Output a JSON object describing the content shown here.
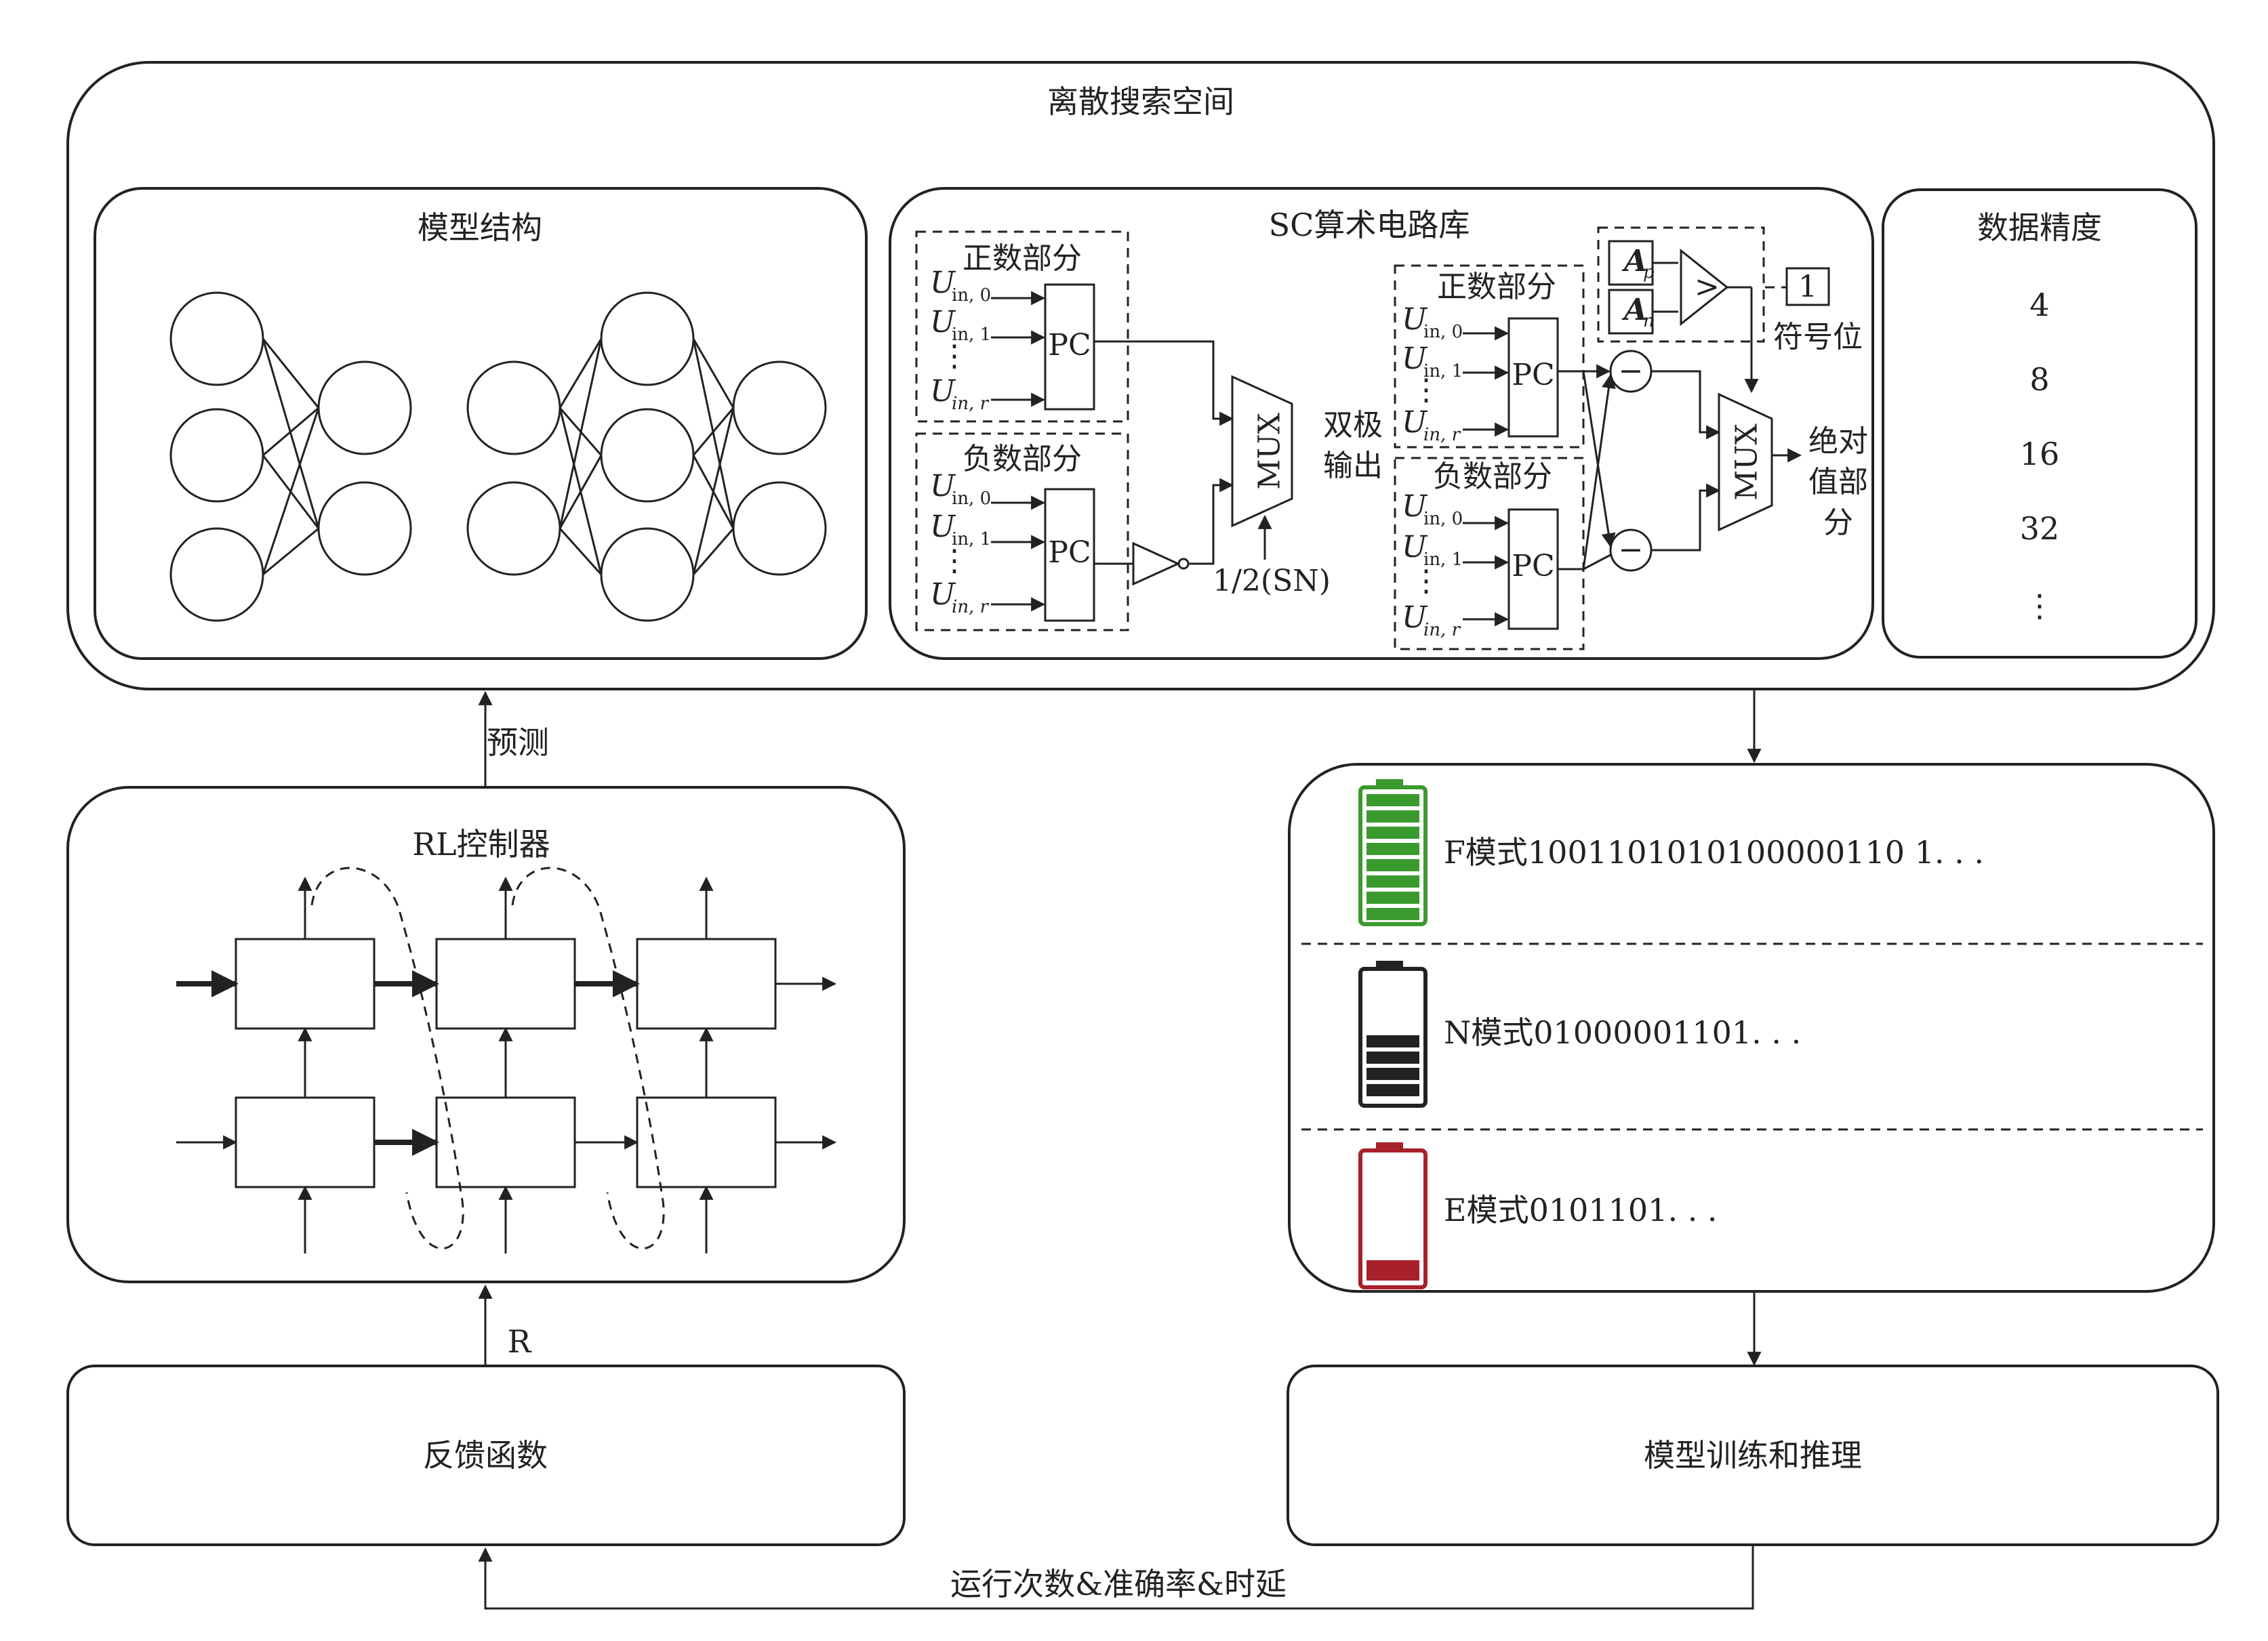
{
  "search_space": {
    "title": "离散搜索空间"
  },
  "model_structure": {
    "title": "模型结构"
  },
  "sc_library": {
    "title": "SC算术电路库",
    "positive_part": "正数部分",
    "negative_part": "负数部分",
    "u_label": "U",
    "sub_in0": "in, 0",
    "sub_in1": "in, 1",
    "sub_inr": "in, r",
    "pc": "PC",
    "mux": "MUX",
    "bipolar_1": "双极",
    "bipolar_2": "输出",
    "half_sn": "1/2(SN)",
    "ap": "A",
    "ap_sub": "p",
    "an": "A",
    "an_sub": "n",
    "gt": ">",
    "one": "1",
    "sign_bit": "符号位",
    "minus": "−",
    "abs_1": "绝对",
    "abs_2": "值部",
    "abs_3": "分"
  },
  "data_precision": {
    "title": "数据精度",
    "values": [
      "4",
      "8",
      "16",
      "32",
      "⋮"
    ]
  },
  "predict_label": "预测",
  "rl_controller": {
    "title": "RL控制器"
  },
  "r_label": "R",
  "modes": {
    "f_mode": "F模式1001101010100000110 1. . .",
    "n_mode": "N模式01000001101. . .",
    "e_mode": "E模式0101101. . ."
  },
  "feedback": {
    "title": "反馈函数"
  },
  "training": {
    "title": "模型训练和推理"
  },
  "bottom_label": "运行次数&准确率&时延",
  "colors": {
    "green": "#3a9a2e",
    "black": "#222222",
    "red": "#a8202a"
  }
}
